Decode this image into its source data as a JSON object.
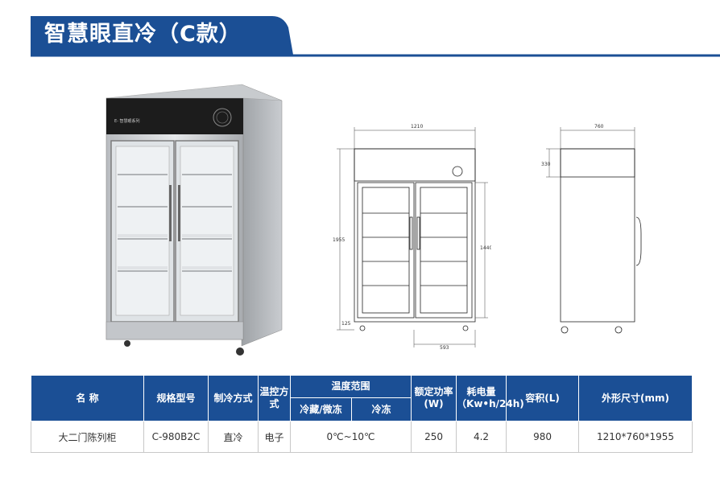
{
  "header": {
    "title": "智慧眼直冷（C款）"
  },
  "photo": {
    "panel_label": "E- 智慧眼系列"
  },
  "front_view": {
    "width": "1210",
    "height_total": "1955",
    "height_inner": "1440",
    "base": "125",
    "door": "593"
  },
  "side_view": {
    "depth": "760",
    "top_height": "330"
  },
  "table": {
    "headers": {
      "name": "名 称",
      "model": "规格型号",
      "cooling": "制冷方式",
      "control": "温控方式",
      "temp_range": "温度范围",
      "temp_chill": "冷藏/微冻",
      "temp_freeze": "冷冻",
      "power": "额定功率(W)",
      "energy": "耗电量（Kw•h/24h)",
      "volume": "容积(L)",
      "size": "外形尺寸(mm)"
    },
    "row": {
      "name": "大二门陈列柜",
      "model": "C-980B2C",
      "cooling": "直冷",
      "control": "电子",
      "temp": "0℃~10℃",
      "power": "250",
      "energy": "4.2",
      "volume": "980",
      "size": "1210*760*1955"
    }
  },
  "colors": {
    "brand": "#1b4f95"
  }
}
